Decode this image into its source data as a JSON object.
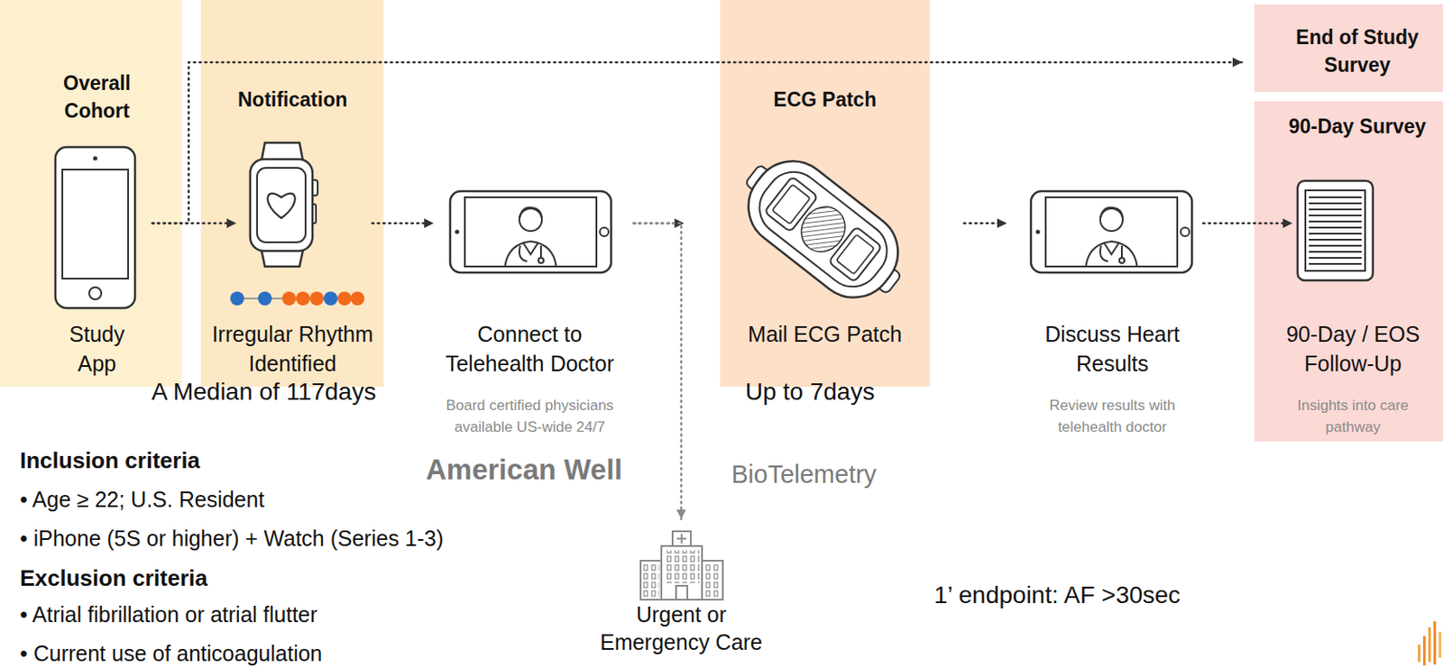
{
  "diagram": {
    "nodes": [
      {
        "text": [
          "Overall Cohort",
          "Study App"
        ]
      },
      {
        "text": [
          "Notification",
          "Irregular Rhythm Identified"
        ]
      },
      {
        "text": [
          "Connect to Telehealth Doctor",
          "Board certified physicians available US-wide 24/7"
        ]
      },
      {
        "text": [
          "ECG Patch",
          "Mail ECG Patch"
        ]
      },
      {
        "text": [
          "Discuss Heart Results",
          "Review results with telehealth doctor"
        ]
      },
      {
        "text": [
          "End of Study Survey"
        ]
      },
      {
        "text": [
          "90-Day Survey",
          "90-Day / EOS Follow-Up",
          "Insights into care pathway"
        ]
      },
      {
        "text": [
          "Urgent or Emergency Care"
        ]
      }
    ],
    "edges": [
      {
        "from": 0,
        "to": 1,
        "arrow": "to"
      },
      {
        "from": 0,
        "to": 5,
        "arrow": "to"
      },
      {
        "from": 1,
        "to": 2,
        "arrow": "to"
      },
      {
        "from": 2,
        "to": 3,
        "arrow": "to"
      },
      {
        "from": 2,
        "to": 7,
        "arrow": "to"
      },
      {
        "from": 3,
        "to": 4,
        "arrow": "to"
      },
      {
        "from": 4,
        "to": 6,
        "arrow": "to"
      }
    ],
    "labels": [
      "A Median of 117days",
      "Up to 7days",
      "American Well",
      "BioTelemetry",
      "Inclusion criteria",
      "• Age ≥ 22; U.S. Resident",
      "• iPhone (5S or higher) + Watch (Series 1-3)",
      "Exclusion criteria",
      "• Atrial fibrillation or atrial flutter",
      "• Current use of anticoagulation",
      "1’ endpoint: AF >30sec"
    ]
  }
}
